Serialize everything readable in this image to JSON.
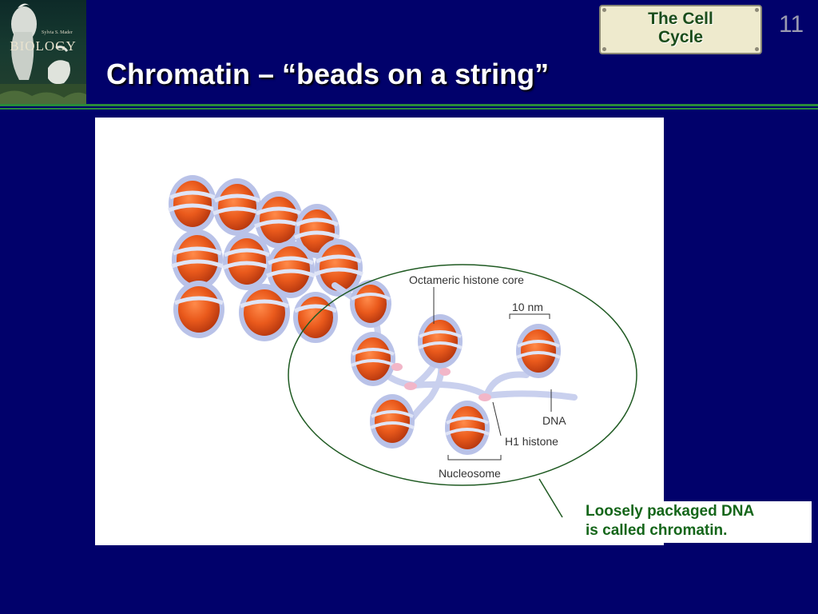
{
  "slide": {
    "title": "Chromatin – “beads on a string”",
    "topic_label_line1": "The Cell",
    "topic_label_line2": "Cycle",
    "slide_number": "11"
  },
  "book_cover": {
    "title": "BIOLOGY",
    "author": "Sylvia S. Mader"
  },
  "diagram": {
    "label_core": "Octameric histone core",
    "label_width": "10 nm",
    "label_dna": "DNA",
    "label_h1": "H1 histone",
    "label_nucleosome": "Nucleosome"
  },
  "caption": {
    "line1": "Loosely packaged DNA",
    "line2": "is called chromatin."
  },
  "colors": {
    "background": "#01016b",
    "accent_green": "#15661a",
    "nucleosome": "#e8571c",
    "dna": "#b9c2e8"
  }
}
